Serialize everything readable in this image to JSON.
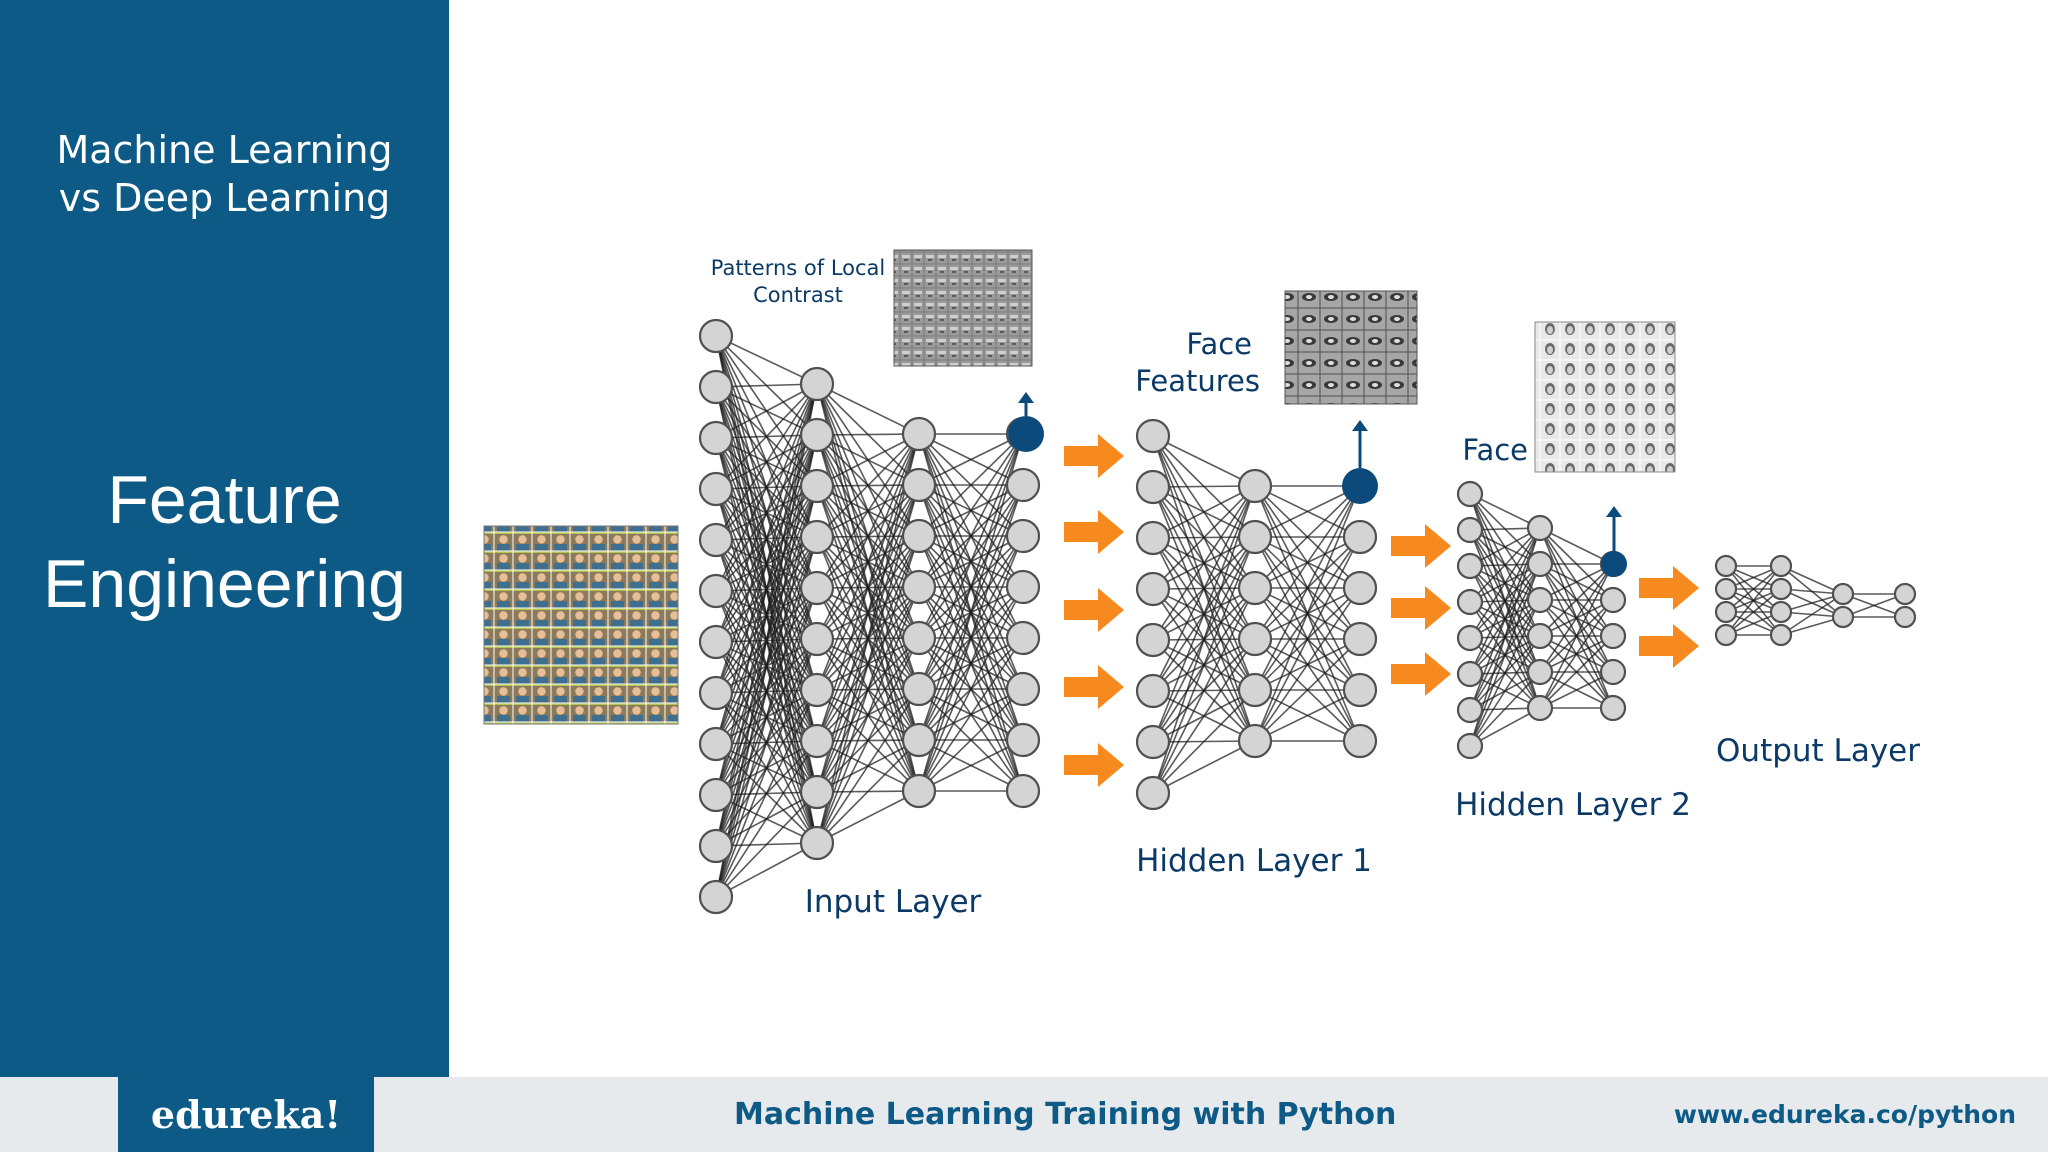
{
  "sidebar": {
    "subtitle_line1": "Machine Learning",
    "subtitle_line2": "vs Deep Learning",
    "title_line1": "Feature",
    "title_line2": "Engineering"
  },
  "diagram": {
    "labels": {
      "patterns_line1": "Patterns of Local",
      "patterns_line2": "Contrast",
      "face_features_line1": "Face",
      "face_features_line2": "Features",
      "face": "Face",
      "input_layer": "Input Layer",
      "hidden_layer_1": "Hidden Layer 1",
      "hidden_layer_2": "Hidden Layer 2",
      "output_layer": "Output Layer"
    },
    "colors": {
      "node_fill": "#d4d4d4",
      "node_stroke": "#505050",
      "edge": "#1a1a1a",
      "highlight": "#0c4a7c",
      "arrow": "#f68a1e",
      "label": "#0c3a66"
    },
    "networks": [
      {
        "name": "input-layer-network",
        "layers": [
          12,
          10,
          8,
          8
        ]
      },
      {
        "name": "hidden-layer-1-network",
        "layers": [
          8,
          6,
          6
        ]
      },
      {
        "name": "hidden-layer-2-network",
        "layers": [
          8,
          6,
          5
        ]
      },
      {
        "name": "output-layer-network",
        "layers": [
          4,
          4,
          2,
          2
        ]
      }
    ],
    "arrow_groups": [
      5,
      3,
      2
    ]
  },
  "footer": {
    "logo": "edureka!",
    "course": "Machine Learning Training with Python",
    "url": "www.edureka.co/python"
  }
}
